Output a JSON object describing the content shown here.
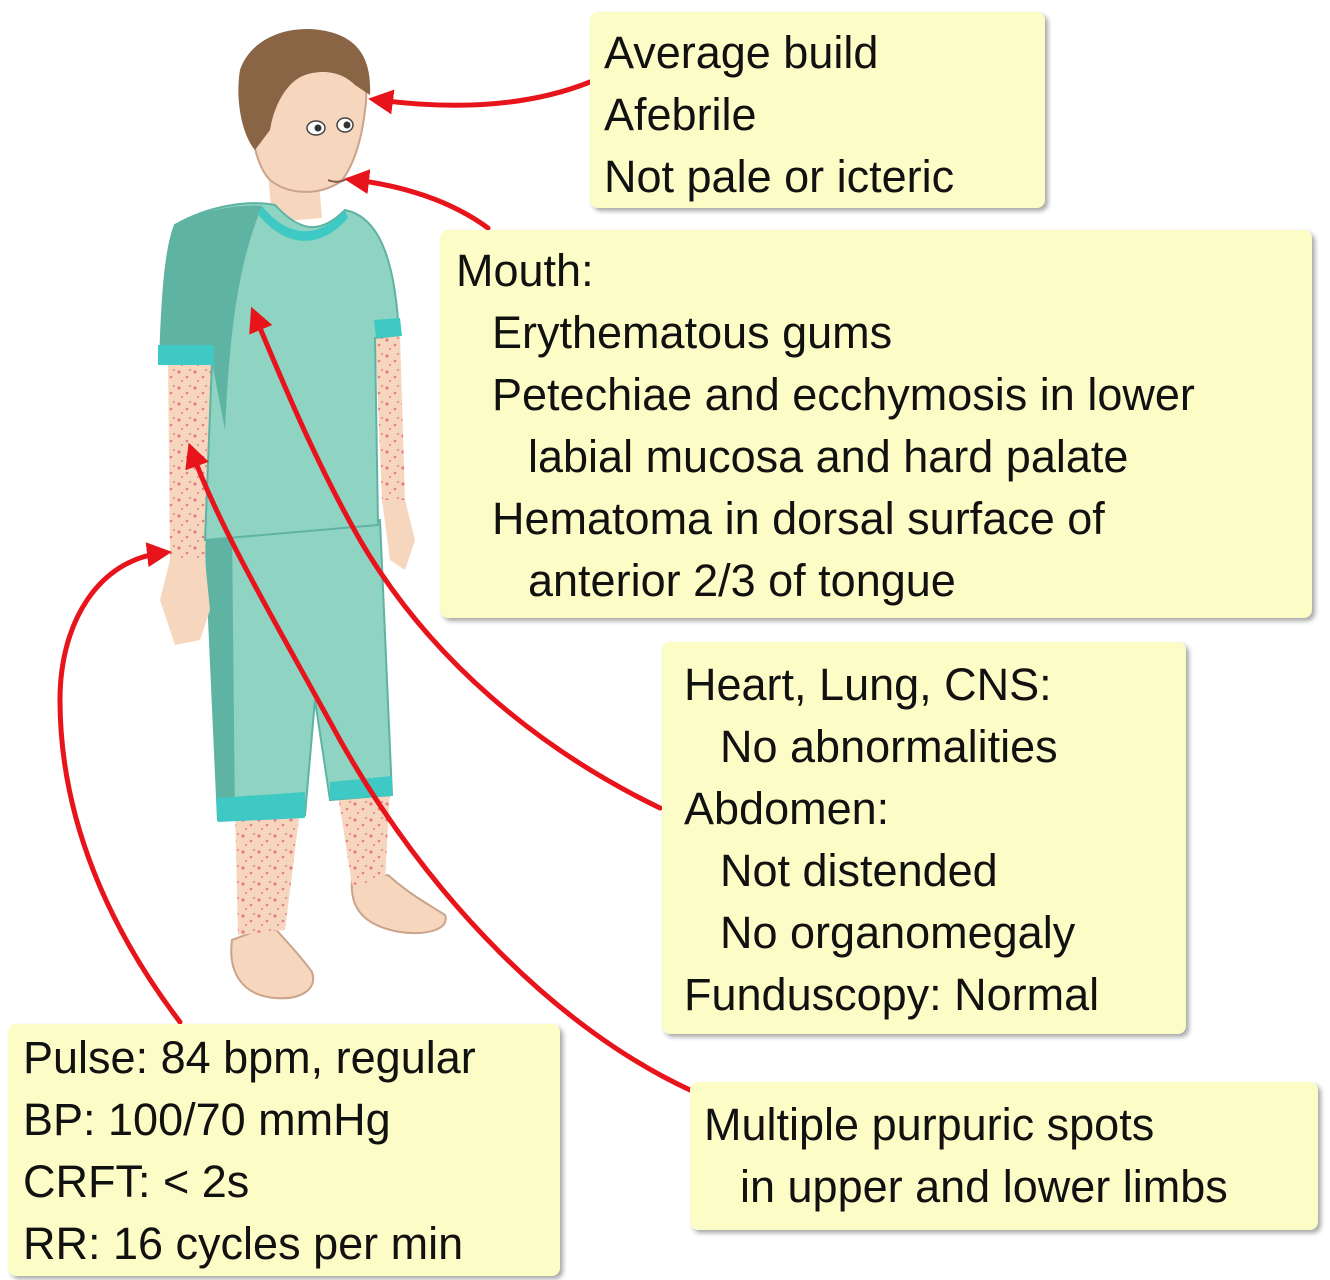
{
  "annotations": {
    "general": {
      "lines": [
        "Average build",
        "Afebrile",
        "Not pale or icteric"
      ]
    },
    "mouth": {
      "heading": "Mouth:",
      "items": [
        "Erythematous gums",
        "Petechiae and ecchymosis in lower",
        "labial mucosa and hard palate",
        "Hematoma in dorsal surface of",
        "anterior 2/3 of tongue"
      ]
    },
    "systems": {
      "heading1": "Heart, Lung, CNS:",
      "item1": "No abnormalities",
      "heading2": "Abdomen:",
      "item2": "Not distended",
      "item3": "No organomegaly",
      "heading3": "Funduscopy: Normal"
    },
    "vitals": {
      "lines": [
        "Pulse: 84 bpm, regular",
        "BP: 100/70 mmHg",
        "CRFT: < 2s",
        "RR: 16 cycles per min"
      ]
    },
    "limbs": {
      "lines": [
        "Multiple purpuric spots",
        "in upper and lower limbs"
      ]
    }
  },
  "colors": {
    "box_fill": "#fcfcc6",
    "arrow": "#e8141b",
    "gown": "#8fd3c3",
    "gown_shadow": "#5fb3a3",
    "gown_trim": "#3fc9c4",
    "skin": "#f7d6be",
    "hair": "#8a6545",
    "purpura": "#e8788e"
  },
  "figure": {
    "icon": "patient-figure-icon"
  }
}
